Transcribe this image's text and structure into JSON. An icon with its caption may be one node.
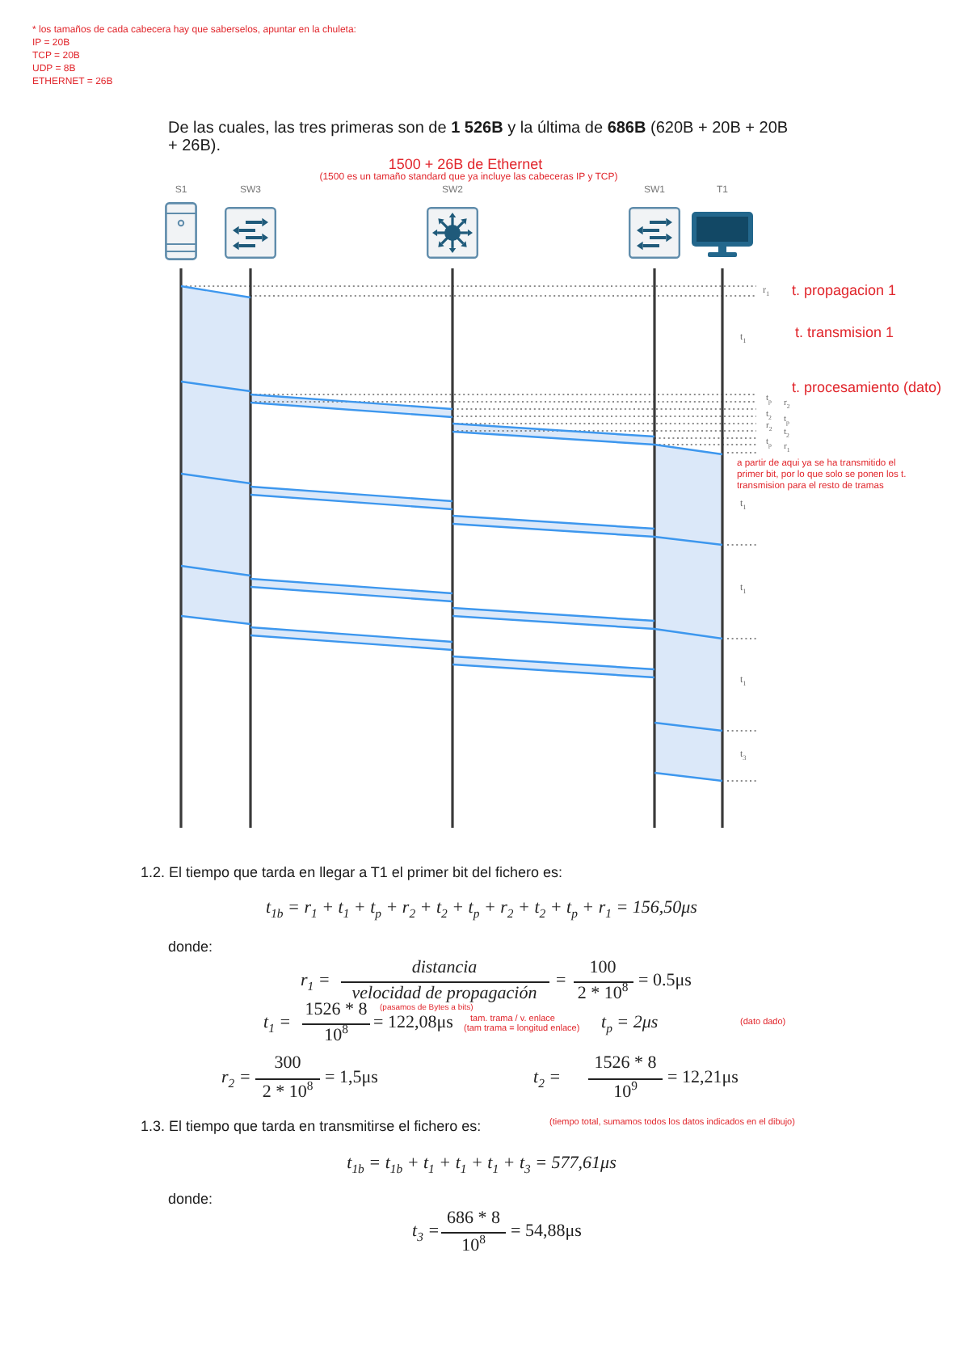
{
  "diagram": {
    "nodes": [
      {
        "text": [
          "S1"
        ]
      },
      {
        "text": [
          "SW3"
        ]
      },
      {
        "text": [
          "SW2"
        ]
      },
      {
        "text": [
          "SW1"
        ]
      },
      {
        "text": [
          "T1"
        ]
      }
    ],
    "labels": [
      "* los tamaños de cada cabecera hay que saberselos, apuntar en la chuleta:",
      "IP = 20B",
      "TCP = 20B",
      "UDP = 8B",
      "ETHERNET = 26B",
      "De las cuales, las tres primeras son de **1 526B** y la última de **686B** (620B + 20B + 20B + 26B).",
      "1500 + 26B de Ethernet",
      "(1500 es un tamaño standard que ya incluye las cabeceras IP y TCP)",
      "r$_{1}$",
      "t. propagacion 1",
      "t$_{1}$",
      "t. transmision 1",
      "t. procesamiento (dato)",
      "t$_{p}$",
      "r$_{2}$",
      "t$_{2}$",
      "t$_{p}$",
      "r$_{2}$",
      "t$_{2}$",
      "t$_{p}$",
      "r$_{1}$",
      "a partir de aqui ya se ha transmitido el primer bit, por lo que solo se ponen los t. transmision para el resto de tramas",
      "t$_{1}$",
      "t$_{1}$",
      "t$_{1}$",
      "t$_{3}$",
      "1.2. El tiempo que tarda en llegar a T1 el primer bit del fichero es:",
      "t$_{1b}$ = r$_{1}$ + t$_{1}$ + t$_{p}$ + r$_{2}$ + t$_{2}$ + t$_{p}$ + r$_{2}$ + t$_{2}$ + t$_{p}$ + r$_{1}$ = 156,50μs",
      "donde:",
      "r$_{1}$ =",
      "distancia",
      "velocidad de propagación",
      "=",
      "100",
      "2 * 10$^{8}$",
      "= 0.5μs",
      "t$_{1}$ =",
      "1526 * 8",
      "(pasamos de Bytes a bits)",
      "10$^{8}$",
      "= 122,08μs",
      "tam. trama / v. enlace",
      "(tam trama = longitud enlace)",
      "t$_{p}$ = 2μs",
      "(dato dado)",
      "r$_{2}$ =",
      "300",
      "2 * 10$^{8}$",
      "= 1,5μs",
      "t$_{2}$ =",
      "1526 * 8",
      "10$^{9}$",
      "= 12,21μs",
      "1.3. El tiempo que tarda en transmitirse el fichero es:",
      "(tiempo total, sumamos todos los datos indicados en el dibujo)",
      "t$_{1b}$ = t$_{1b}$ + t$_{1}$ + t$_{1}$ + t$_{1}$ + t$_{3}$ = 577,61μs",
      "donde:",
      "t$_{3}$ =",
      "686 * 8",
      "10$^{8}$",
      "= 54,88μs"
    ]
  }
}
